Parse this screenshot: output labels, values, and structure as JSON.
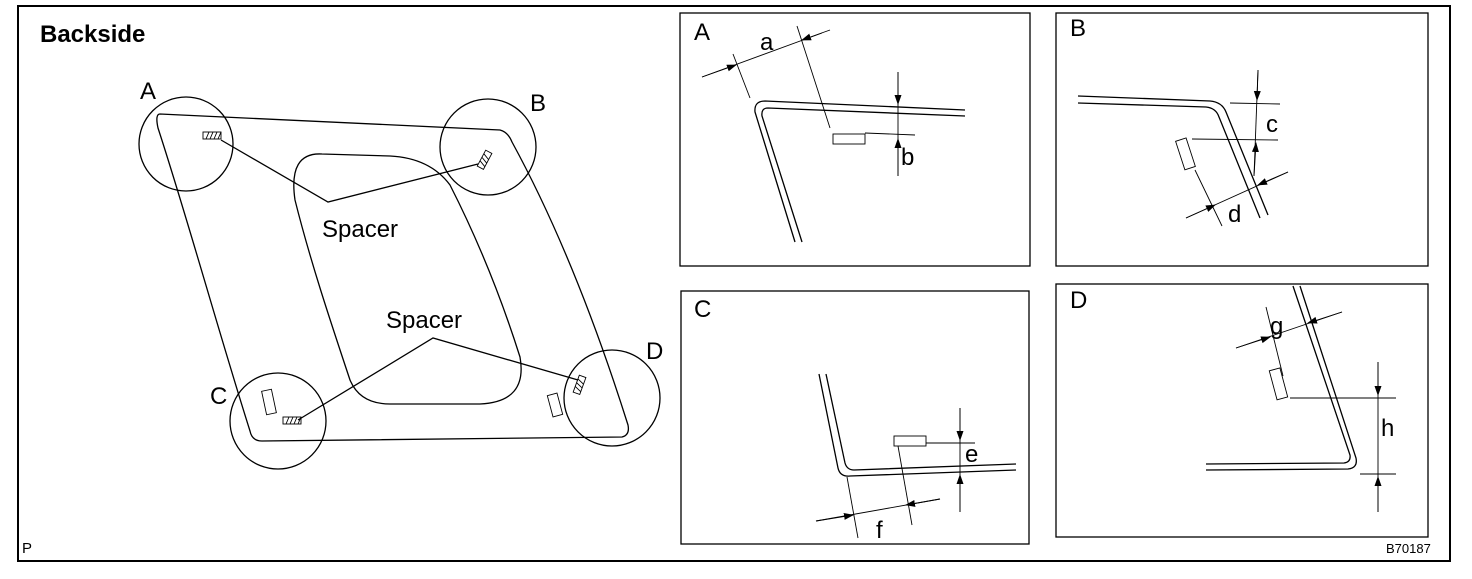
{
  "figure": {
    "title": "Backside",
    "corner_labels": [
      "A",
      "B",
      "C",
      "D"
    ],
    "spacer_label_upper": "Spacer",
    "spacer_label_lower": "Spacer",
    "page_marker": "P",
    "figure_code": "B70187"
  },
  "details": [
    {
      "panel": "A",
      "dims": [
        "a",
        "b"
      ]
    },
    {
      "panel": "B",
      "dims": [
        "c",
        "d"
      ]
    },
    {
      "panel": "C",
      "dims": [
        "e",
        "f"
      ]
    },
    {
      "panel": "D",
      "dims": [
        "g",
        "h"
      ]
    }
  ]
}
